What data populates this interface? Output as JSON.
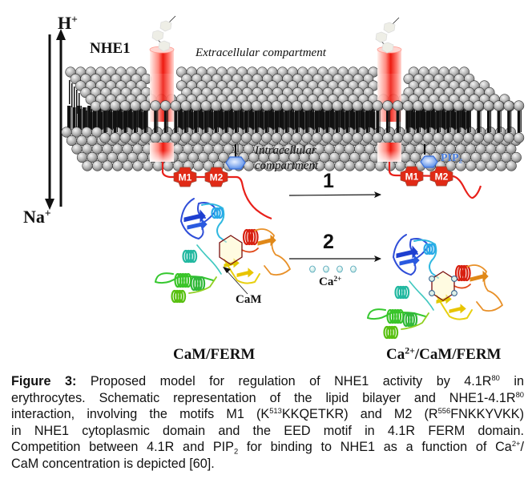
{
  "figure": {
    "ions": {
      "top": "H",
      "top_charge": "+",
      "bottom": "Na",
      "bottom_charge": "+"
    },
    "protein_label": "NHE1",
    "extracellular_label": "Extracellular compartment",
    "intracellular_label_line1": "Intracellular",
    "intracellular_label_line2": "compartment",
    "motifs": [
      "M1",
      "M2"
    ],
    "pip2": {
      "base": "PIP",
      "sub": "2"
    },
    "step1_label": "1",
    "step2_label": "2",
    "calcium": {
      "base": "Ca",
      "charge": "2+"
    },
    "cam_pointer_label": "CaM",
    "complex_left_label": "CaM/FERM",
    "complex_right_label": {
      "prefix": "Ca",
      "charge": "2+",
      "suffix": "/CaM/FERM"
    },
    "colors": {
      "helix_red": "#e8201a",
      "motif_red": "#e02a16",
      "pip2_blue": "#5b8fe8",
      "lipid_gray": "#b9b9b9",
      "hexagon_outline": "#7a1010"
    }
  },
  "caption": {
    "lead": "Figure 3:",
    "lines": [
      {
        "parts": [
          " Proposed model for regulation of NHE1 activity by 4.1R",
          {
            "sup": "80"
          },
          " in"
        ]
      },
      {
        "parts": [
          "erythrocytes. Schematic representation of the lipid bilayer and NHE1-4.1R",
          {
            "sup": "80"
          }
        ]
      },
      {
        "parts": [
          "interaction, involving the motifs M1 (K",
          {
            "sup": "513"
          },
          "KKQETKR) and M2 (R",
          {
            "sup": "556"
          },
          "FNKKYVKK)"
        ]
      },
      {
        "parts": [
          "in NHE1 cytoplasmic domain and the EED motif in 4.1R FERM domain."
        ]
      },
      {
        "parts": [
          "Competition between 4.1R and PIP",
          {
            "sub": "2"
          },
          " for binding to NHE1 as a function of Ca",
          {
            "sup": "2+"
          },
          "/"
        ]
      },
      {
        "parts": [
          "CaM concentration is depicted [60]."
        ]
      }
    ]
  }
}
